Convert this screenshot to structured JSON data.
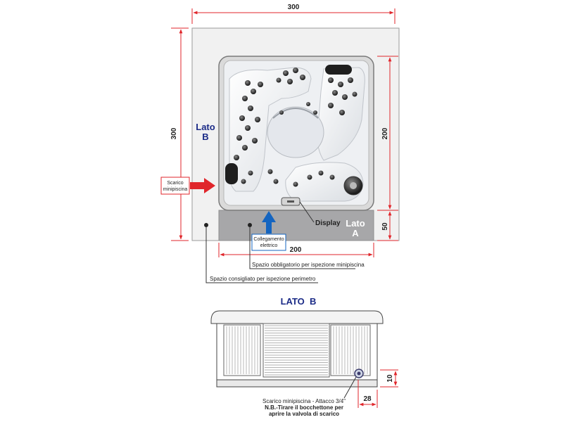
{
  "colors": {
    "dimension": "#e0262b",
    "label_blue": "#1b2b87",
    "arrow_blue": "#1565c0",
    "gray_strip": "#a7a7a9",
    "outer_fill": "#f1f1f1",
    "tub_rim": "#d8d8d8"
  },
  "top_view": {
    "dim_top": "300",
    "dim_left": "300",
    "dim_right_main": "200",
    "dim_right_strip": "50",
    "dim_bottom": "200",
    "lato_b_line1": "Lato",
    "lato_b_line2": "B",
    "lato_a_line1": "Lato",
    "lato_a_line2": "A",
    "display": "Display",
    "scarico_line1": "Scarico",
    "scarico_line2": "minipiscina",
    "collegamento_line1": "Collegamento",
    "collegamento_line2": "elettrico",
    "spazio_obbligatorio": "Spazio obbligatorio per ispezione minipiscina",
    "spazio_consigliato": "Spazio consigliato per ispezione perimetro"
  },
  "side_view": {
    "title": "LATO  B",
    "dim_height": "10",
    "dim_width": "28",
    "note_line1": "Scarico minipiscina - Attacco 3/4\"",
    "note_line2": "N.B.-Tirare il bocchettone per",
    "note_line3": "aprire la valvola di scarico"
  },
  "icons": {
    "drain_arrow": "arrow-right-icon",
    "electric_arrow": "arrow-up-icon"
  }
}
